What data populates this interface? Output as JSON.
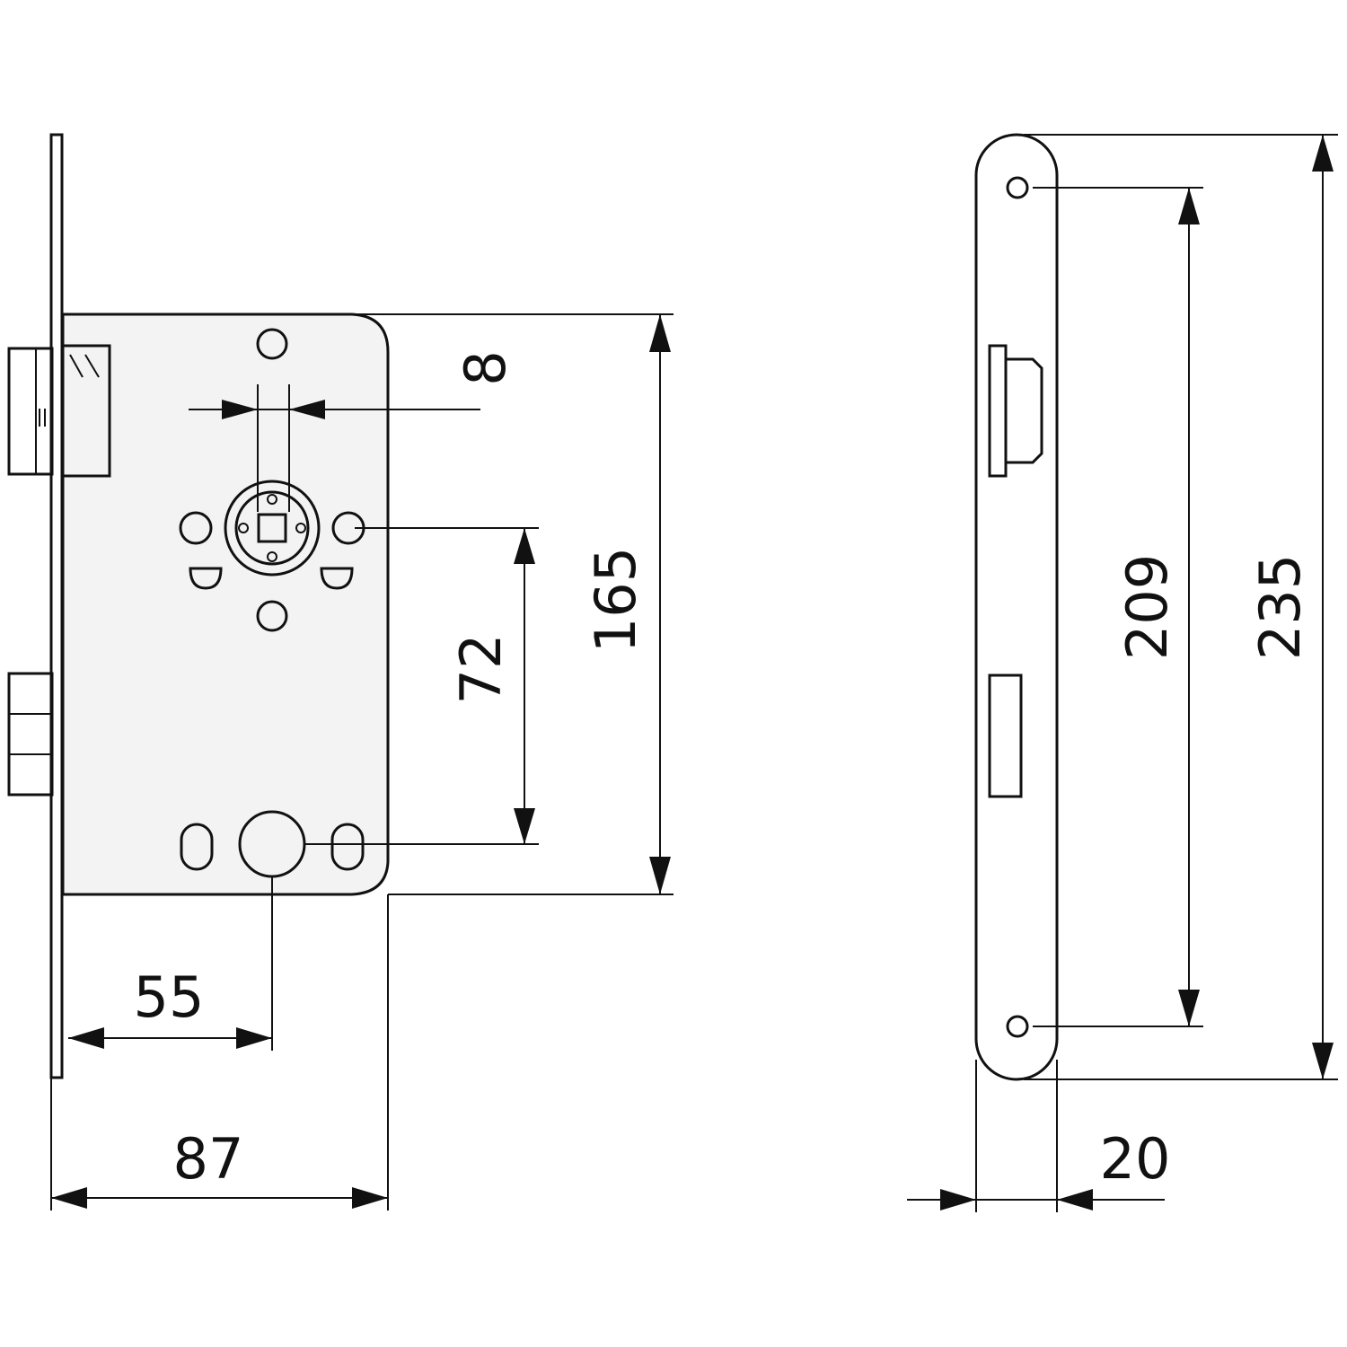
{
  "dimensions": {
    "follower_width": "8",
    "center_distance": "72",
    "case_height": "165",
    "backset": "55",
    "case_depth": "87",
    "screw_spacing": "209",
    "faceplate_length": "235",
    "faceplate_width": "20"
  }
}
